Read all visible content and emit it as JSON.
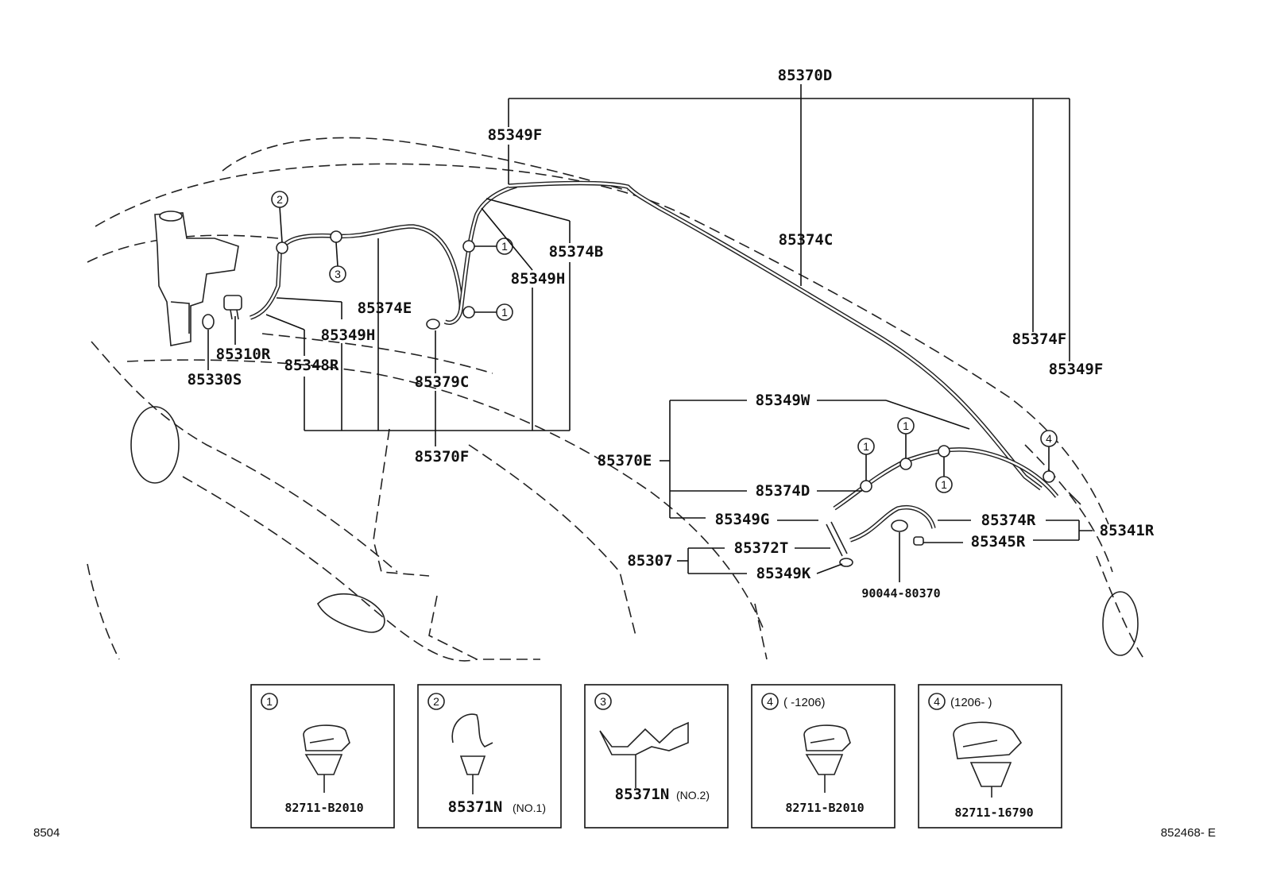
{
  "part_labels": {
    "p85370D": "85370D",
    "p85349F_top": "85349F",
    "p85374B": "85374B",
    "p85349H_right": "85349H",
    "p85374C": "85374C",
    "p85374E": "85374E",
    "p85349H_left": "85349H",
    "p85310R": "85310R",
    "p85348R": "85348R",
    "p85330S": "85330S",
    "p85379C": "85379C",
    "p85370F": "85370F",
    "p85374F": "85374F",
    "p85349F_right": "85349F",
    "p85349W": "85349W",
    "p85370E": "85370E",
    "p85374D": "85374D",
    "p85349G": "85349G",
    "p85374R": "85374R",
    "p85341R": "85341R",
    "p85345R": "85345R",
    "p85372T": "85372T",
    "p85307": "85307",
    "p85349K": "85349K",
    "p90044": "90044-80370"
  },
  "callouts": [
    "1",
    "2",
    "3",
    "4"
  ],
  "detail_boxes": [
    {
      "marker": "1",
      "note": "",
      "part": "82711-B2010",
      "suffix": ""
    },
    {
      "marker": "2",
      "note": "",
      "part": "85371N",
      "suffix": "(NO.1)"
    },
    {
      "marker": "3",
      "note": "",
      "part": "85371N",
      "suffix": "(NO.2)"
    },
    {
      "marker": "4",
      "note": "(      -1206)",
      "part": "82711-B2010",
      "suffix": ""
    },
    {
      "marker": "4",
      "note": "(1206-      )",
      "part": "82711-16790",
      "suffix": ""
    }
  ],
  "footer": {
    "left_code": "8504",
    "right_code": "852468- E"
  }
}
